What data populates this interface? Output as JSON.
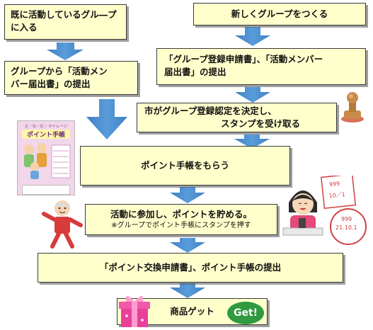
{
  "boxes": {
    "existing_group": {
      "line1": "既に活動しているグル―プ",
      "line2": "に入る"
    },
    "new_group": {
      "text": "新しくグループをつくる"
    },
    "member_submit": {
      "line1": "グループから「活動メン",
      "line2": "バー届出書」の提出"
    },
    "registration_submit": {
      "line1": "「グループ登録申請書」、「活動メンバー",
      "line2": "届出書」の提出"
    },
    "city_decision": {
      "line1": "市がグループ登録認定を決定し、",
      "line2": "スタンプを受け取る"
    },
    "receive_notebook": {
      "text": "ポイント手帳をもらう"
    },
    "participate": {
      "line1": "活動に参加し、ポイントを貯める。",
      "line2": "※グループでポイント手帳にスタンプを押す"
    },
    "exchange_submit": {
      "text": "「ポイント交換申請書」、ポイント手帳の提出"
    },
    "get_goods": {
      "text": "商品ゲット"
    }
  },
  "illustrations": {
    "notebook": {
      "title_small": "え・な・む・マイレージ",
      "title_main": "ポイント手帳"
    },
    "stamp_card": {
      "top": "999",
      "mid": "10／1",
      "seal_top": "999",
      "seal_mid": "21.10.1"
    },
    "get_badge": "Get!"
  },
  "colors": {
    "box_fill": "#ffffcc",
    "arrow": "#4a8fd0",
    "gift": "#e8409a"
  }
}
